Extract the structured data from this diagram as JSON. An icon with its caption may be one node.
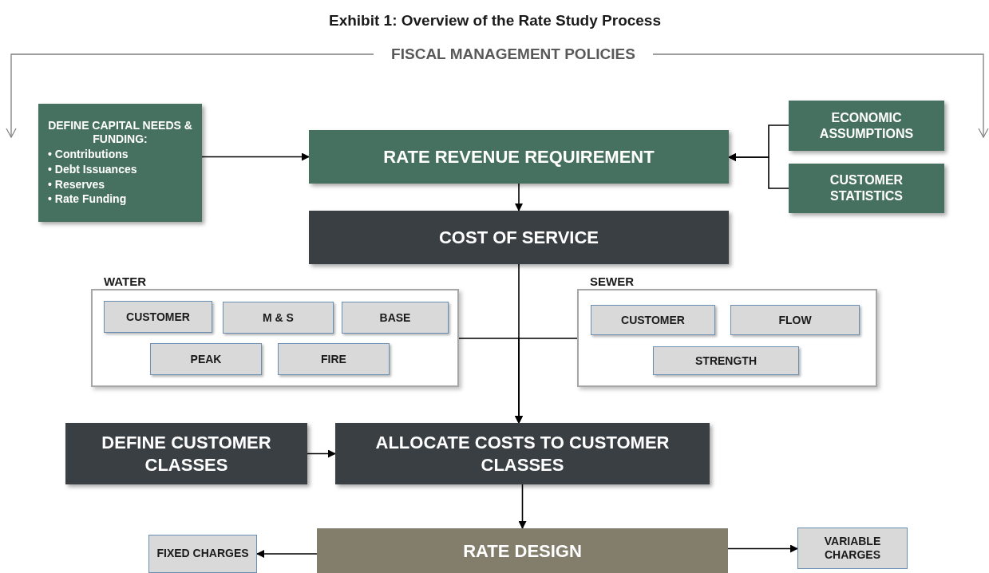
{
  "diagram": {
    "title": "Exhibit 1: Overview of the Rate Study Process",
    "nodes": [
      {
        "text": [
          "FISCAL MANAGEMENT POLICIES"
        ]
      },
      {
        "text": [
          "DEFINE CAPITAL NEEDS & FUNDING:",
          "• Contributions",
          "• Debt Issuances",
          "• Reserves",
          "• Rate Funding"
        ]
      },
      {
        "text": [
          "RATE REVENUE REQUIREMENT"
        ]
      },
      {
        "text": [
          "ECONOMIC ASSUMPTIONS"
        ]
      },
      {
        "text": [
          "CUSTOMER STATISTICS"
        ]
      },
      {
        "text": [
          "COST OF SERVICE"
        ]
      },
      {
        "text": [
          "WATER"
        ]
      },
      {
        "text": [
          "CUSTOMER"
        ],
        "in": 6
      },
      {
        "text": [
          "M & S"
        ],
        "in": 6
      },
      {
        "text": [
          "BASE"
        ],
        "in": 6
      },
      {
        "text": [
          "PEAK"
        ],
        "in": 6
      },
      {
        "text": [
          "FIRE"
        ],
        "in": 6
      },
      {
        "text": [
          "SEWER"
        ]
      },
      {
        "text": [
          "CUSTOMER"
        ],
        "in": 12
      },
      {
        "text": [
          "FLOW"
        ],
        "in": 12
      },
      {
        "text": [
          "STRENGTH"
        ],
        "in": 12
      },
      {
        "text": [
          "DEFINE CUSTOMER CLASSES"
        ]
      },
      {
        "text": [
          "ALLOCATE COSTS TO CUSTOMER CLASSES"
        ]
      },
      {
        "text": [
          "RATE DESIGN"
        ]
      },
      {
        "text": [
          "FIXED CHARGES"
        ]
      },
      {
        "text": [
          "VARIABLE CHARGES"
        ]
      }
    ],
    "edges": [
      {
        "from": 0,
        "to": null,
        "arrow": "to",
        "color": "#7f7f7f"
      },
      {
        "from": 0,
        "to": null,
        "arrow": "to",
        "color": "#7f7f7f"
      },
      {
        "from": 1,
        "to": 2,
        "arrow": "to"
      },
      {
        "from": 3,
        "to": 2,
        "arrow": "to"
      },
      {
        "from": 4,
        "to": 2,
        "arrow": "to"
      },
      {
        "from": 2,
        "to": 5,
        "arrow": "to"
      },
      {
        "from": 5,
        "to": 17,
        "arrow": "to"
      },
      {
        "from": 6,
        "to": 17,
        "arrow": "to"
      },
      {
        "from": 12,
        "to": 17,
        "arrow": "to"
      },
      {
        "from": 16,
        "to": 17,
        "arrow": "to"
      },
      {
        "from": 17,
        "to": 18,
        "arrow": "to"
      },
      {
        "from": 18,
        "to": 19,
        "arrow": "to"
      },
      {
        "from": 18,
        "to": 20,
        "arrow": "to"
      }
    ]
  }
}
